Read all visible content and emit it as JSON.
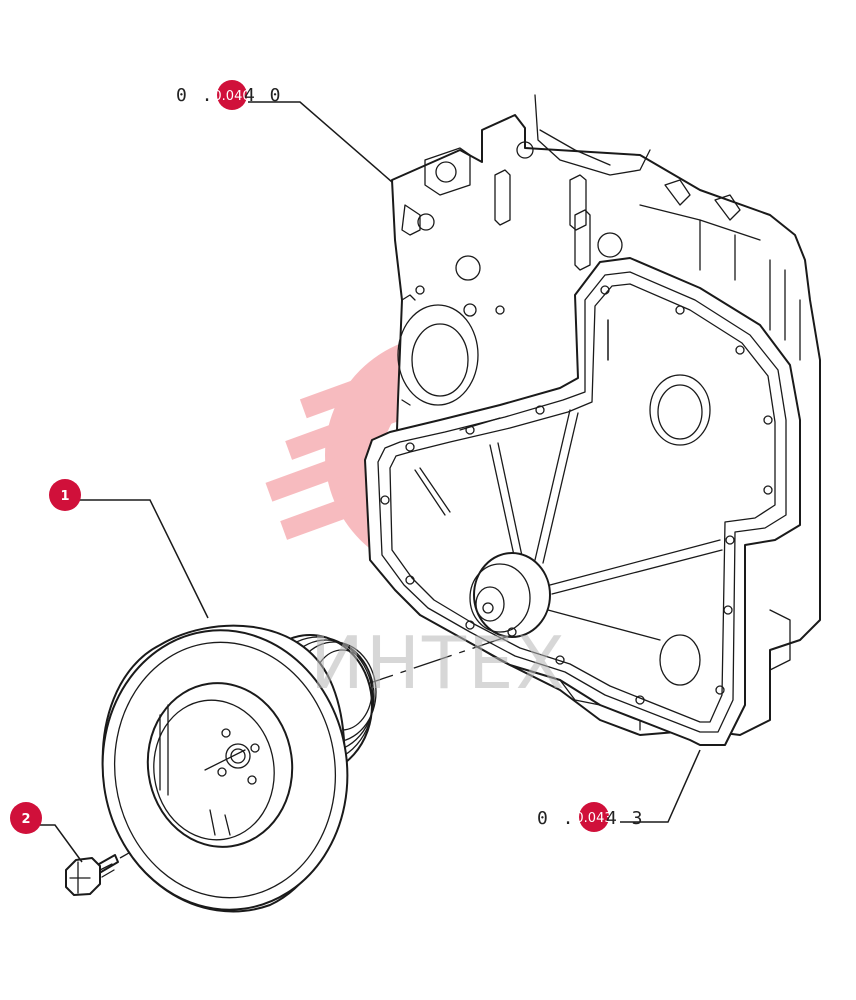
{
  "callouts": [
    {
      "number": "1",
      "color": "#d0103a"
    },
    {
      "number": "2",
      "color": "#d0103a"
    }
  ],
  "references": {
    "top": {
      "prefix": "0 .",
      "badge": "0.040",
      "suffix": "4 0"
    },
    "bottom": {
      "prefix": "0 .",
      "badge": "0.043",
      "suffix": "4 3"
    }
  },
  "watermark": {
    "text": "ИНТЕХ",
    "color": "#e8303a"
  },
  "parts": {
    "pulley": "crankshaft-pulley",
    "bolt": "pulley-bolt",
    "gasket": "timing-cover-gasket",
    "block": "engine-block-front"
  }
}
